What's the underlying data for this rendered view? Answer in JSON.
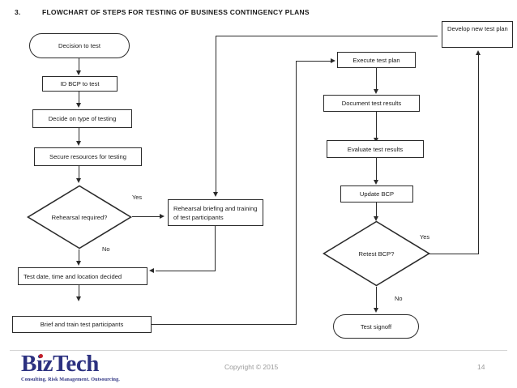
{
  "slide": {
    "number": "3.",
    "title": "FLOWCHART OF STEPS FOR TESTING OF BUSINESS CONTINGENCY PLANS"
  },
  "nodes": {
    "decision_to_test": "Decision to test",
    "id_bcp": "ID BCP to test",
    "decide_type": "Decide on type of testing",
    "secure_resources": "Secure resources for testing",
    "rehearsal_required": "Rehearsal required?",
    "rehearsal_briefing": "Rehearsal briefing and training of test participants",
    "test_date": "Test date, time and location decided",
    "brief_and_train": "Brief and train test participants",
    "execute_plan": "Execute test plan",
    "document_results": "Document test results",
    "evaluate_results": "Evaluate test results",
    "update_bcp": "Update BCP",
    "retest_bcp": "Retest BCP?",
    "test_signoff": "Test signoff",
    "develop_new_plan": "Develop new test plan"
  },
  "edge_labels": {
    "rehearsal_yes": "Yes",
    "rehearsal_no": "No",
    "retest_yes": "Yes",
    "retest_no": "No"
  },
  "footer": {
    "logo_word": "BizTech",
    "logo_tagline": "Consulting. Risk Management. Outsourcing.",
    "copyright": "Copyright © 2015",
    "page_number": "14"
  },
  "colors": {
    "stroke": "#2a2a2a",
    "logo_navy": "#2c3180",
    "logo_red": "#c2202a",
    "footer_gray": "#9a9a9a"
  },
  "chart_data": {
    "type": "diagram",
    "title": "FLOWCHART OF STEPS FOR TESTING OF BUSINESS CONTINGENCY PLANS",
    "shapes": [
      {
        "id": "decision_to_test",
        "shape": "terminator",
        "label": "Decision to test"
      },
      {
        "id": "id_bcp",
        "shape": "process",
        "label": "ID BCP to test"
      },
      {
        "id": "decide_type",
        "shape": "process",
        "label": "Decide on type of testing"
      },
      {
        "id": "secure_resources",
        "shape": "process",
        "label": "Secure resources for testing"
      },
      {
        "id": "rehearsal_required",
        "shape": "decision",
        "label": "Rehearsal required?"
      },
      {
        "id": "rehearsal_briefing",
        "shape": "process",
        "label": "Rehearsal briefing and training of test participants"
      },
      {
        "id": "test_date",
        "shape": "process",
        "label": "Test date, time and location decided"
      },
      {
        "id": "brief_and_train",
        "shape": "process",
        "label": "Brief and train test participants"
      },
      {
        "id": "execute_plan",
        "shape": "process",
        "label": "Execute test plan"
      },
      {
        "id": "document_results",
        "shape": "process",
        "label": "Document test results"
      },
      {
        "id": "evaluate_results",
        "shape": "process",
        "label": "Evaluate test results"
      },
      {
        "id": "update_bcp",
        "shape": "process",
        "label": "Update BCP"
      },
      {
        "id": "retest_bcp",
        "shape": "decision",
        "label": "Retest BCP?"
      },
      {
        "id": "test_signoff",
        "shape": "terminator",
        "label": "Test signoff"
      },
      {
        "id": "develop_new_plan",
        "shape": "process",
        "label": "Develop new test plan"
      }
    ],
    "edges": [
      {
        "from": "decision_to_test",
        "to": "id_bcp",
        "label": ""
      },
      {
        "from": "id_bcp",
        "to": "decide_type",
        "label": ""
      },
      {
        "from": "decide_type",
        "to": "secure_resources",
        "label": ""
      },
      {
        "from": "secure_resources",
        "to": "rehearsal_required",
        "label": ""
      },
      {
        "from": "rehearsal_required",
        "to": "rehearsal_briefing",
        "label": "Yes"
      },
      {
        "from": "rehearsal_required",
        "to": "test_date",
        "label": "No"
      },
      {
        "from": "rehearsal_briefing",
        "to": "test_date",
        "label": ""
      },
      {
        "from": "test_date",
        "to": "brief_and_train",
        "label": ""
      },
      {
        "from": "brief_and_train",
        "to": "execute_plan",
        "label": ""
      },
      {
        "from": "execute_plan",
        "to": "document_results",
        "label": ""
      },
      {
        "from": "document_results",
        "to": "evaluate_results",
        "label": ""
      },
      {
        "from": "evaluate_results",
        "to": "update_bcp",
        "label": ""
      },
      {
        "from": "update_bcp",
        "to": "retest_bcp",
        "label": ""
      },
      {
        "from": "retest_bcp",
        "to": "develop_new_plan",
        "label": "Yes"
      },
      {
        "from": "retest_bcp",
        "to": "test_signoff",
        "label": "No"
      },
      {
        "from": "develop_new_plan",
        "to": "rehearsal_briefing",
        "label": ""
      }
    ]
  }
}
